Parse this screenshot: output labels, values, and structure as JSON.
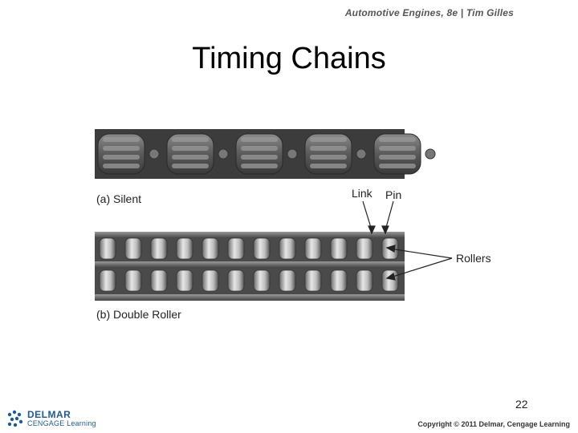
{
  "header": {
    "book_ref": "Automotive Engines, 8e  |  Tim Gilles"
  },
  "slide": {
    "title": "Timing Chains",
    "page_number": "22"
  },
  "figure": {
    "label_a": "(a) Silent",
    "label_b": "(b) Double Roller",
    "callout_link": "Link",
    "callout_pin": "Pin",
    "callout_rollers": "Rollers"
  },
  "footer": {
    "logo_name": "DELMAR",
    "logo_sub": "CENGAGE Learning",
    "copyright": "Copyright © 2011 Delmar, Cengage Learning"
  }
}
